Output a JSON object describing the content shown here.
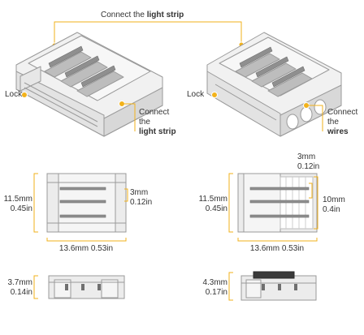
{
  "colors": {
    "accent": "#F2B21B",
    "outline": "#9a9a9a",
    "plastic": "#ececec",
    "pin": "#8f8f8f",
    "text": "#333333"
  },
  "callouts": {
    "top": {
      "prefix": "Connect the ",
      "bold": "light strip"
    },
    "left_lock": "Lock",
    "right_lock": "Lock",
    "left_connect": {
      "line1": "Connect",
      "line2": "the",
      "bold": "light strip"
    },
    "right_connect": {
      "line1": "Connect",
      "line2": "the",
      "bold": "wires"
    }
  },
  "dimensions": {
    "left_front": {
      "height_mm": "11.5mm",
      "height_in": "0.45in",
      "pitch_mm": "3mm",
      "pitch_in": "0.12in",
      "width": "13.6mm 0.53in"
    },
    "right_front": {
      "height_mm": "11.5mm",
      "height_in": "0.45in",
      "pitch_mm": "3mm",
      "pitch_in": "0.12in",
      "spacing_mm": "10mm",
      "spacing_in": "0.4in",
      "width": "13.6mm 0.53in"
    },
    "left_side": {
      "height_mm": "3.7mm",
      "height_in": "0.14in"
    },
    "right_side": {
      "height_mm": "4.3mm",
      "height_in": "0.17in"
    }
  }
}
